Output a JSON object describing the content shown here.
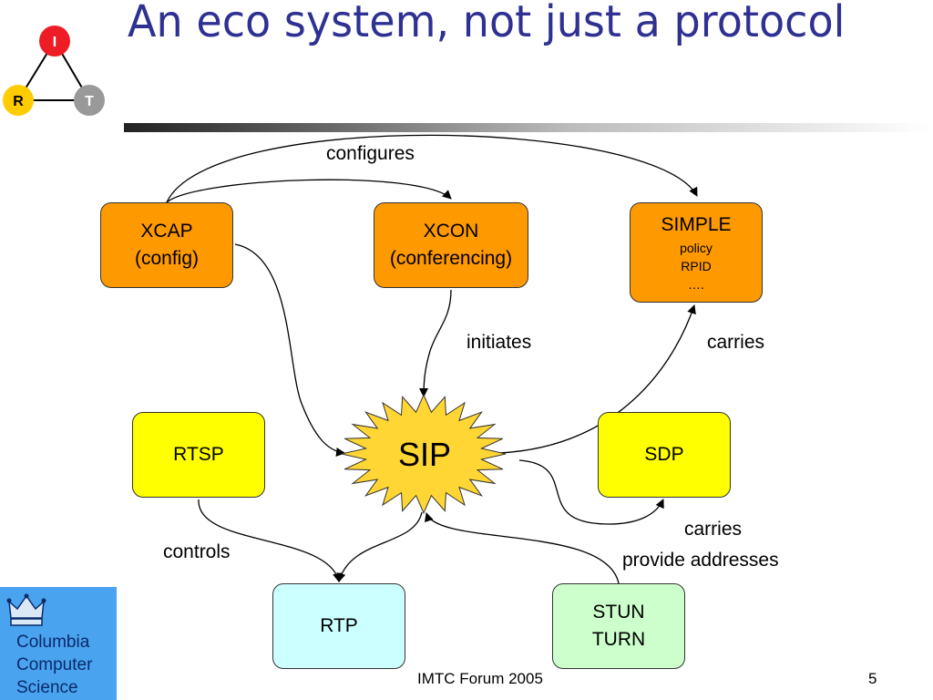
{
  "title": "An eco system, not just a protocol",
  "logo": {
    "top_node": "I",
    "left_node": "R",
    "right_node": "T"
  },
  "boxes": {
    "xcap": {
      "line1": "XCAP",
      "line2": "(config)"
    },
    "xcon": {
      "line1": "XCON",
      "line2": "(conferencing)"
    },
    "simple": {
      "line1": "SIMPLE",
      "sub1": "policy",
      "sub2": "RPID",
      "sub3": "…."
    },
    "rtsp": {
      "line1": "RTSP"
    },
    "sip": {
      "line1": "SIP"
    },
    "sdp": {
      "line1": "SDP"
    },
    "rtp": {
      "line1": "RTP"
    },
    "stun": {
      "line1": "STUN",
      "line2": "TURN"
    }
  },
  "edge_labels": {
    "configures": "configures",
    "initiates": "initiates",
    "carries_simple": "carries",
    "carries_sdp": "carries",
    "provide_addresses": "provide addresses",
    "controls": "controls"
  },
  "sidebar_logo": {
    "line1": "Columbia",
    "line2": "Computer",
    "line3": "Science"
  },
  "footer": {
    "center": "IMTC Forum 2005",
    "page_number": "5"
  },
  "colors": {
    "title": "#2e3192",
    "orange": "#ff9900",
    "yellow": "#ffff00",
    "rtp": "#ccffff",
    "stun": "#ccffcc",
    "columbia": "#4aa3ee"
  }
}
